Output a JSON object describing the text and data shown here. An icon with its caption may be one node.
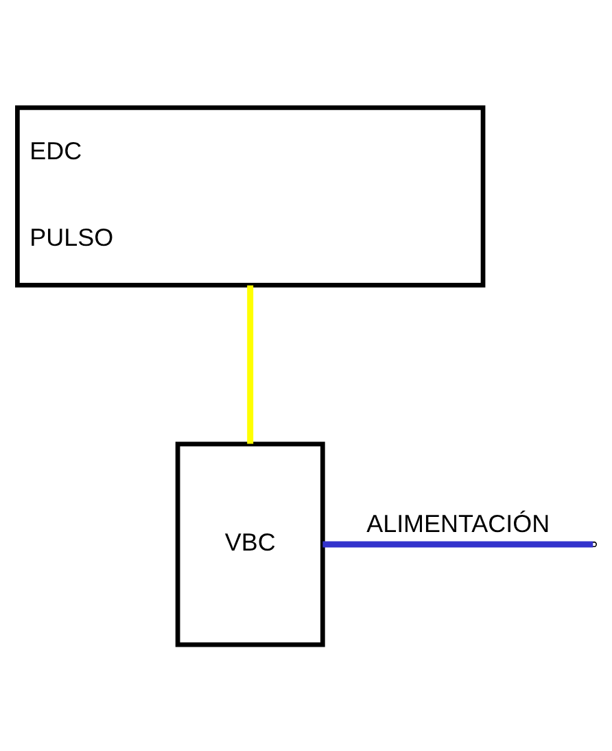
{
  "diagram": {
    "nodes": [
      {
        "text": [
          "EDC",
          "PULSO"
        ]
      },
      {
        "text": [
          "VBC"
        ]
      }
    ],
    "edges": [
      {
        "from": 0,
        "to": 1,
        "arrow": "none",
        "color": "#ffff00"
      },
      {
        "from": 1,
        "to": null,
        "arrow": "none",
        "color": "#3333cc",
        "label": "ALIMENTACIÓN"
      }
    ]
  }
}
